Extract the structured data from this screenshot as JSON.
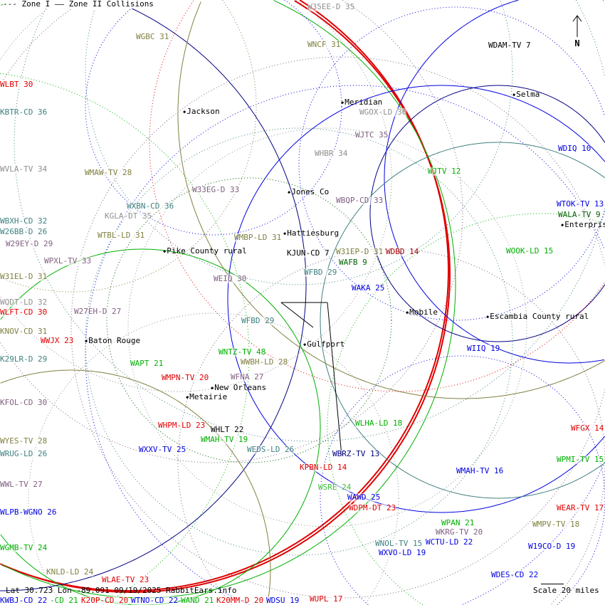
{
  "legend": {
    "zone1": "--- Zone I",
    "zone2": "—— Zone II Collisions"
  },
  "status": "Lat 30.723 Lon -89.091 09/19/2025 RabbitEars.info",
  "scale": "Scale 20 miles",
  "north": "N",
  "cities": [
    "Jackson",
    "Meridian",
    "Selma",
    "Jones Co",
    "Hattiesburg",
    "Pike County rural",
    "Mobile",
    "Escambia County rural",
    "Baton Rouge",
    "Gulfport",
    "New Orleans",
    "Metairie",
    "Enterprise"
  ],
  "stations": [
    "WGBC 31",
    "WNCF 31",
    "W35EE-D 35",
    "WDAM-TV 7",
    "WLBT 30",
    "KBTR-CD 36",
    "WVLA-TV 34",
    "WMAW-TV 28",
    "W33EG-D 33",
    "WXBN-CD 36",
    "KGLA-DT 35",
    "WBXH-CD 32",
    "W26BB-D 26",
    "W29EY-D 29",
    "WTBL-LD 31",
    "WPXL-TV 33",
    "W31EL-D 31",
    "WQDT-LD 32",
    "WLFT-CD 30",
    "KNOV-CD 31",
    "W27EH-D 27",
    "WWJX 23",
    "K29LR-D 29",
    "WAPT 21",
    "WMPN-TV 20",
    "WNTZ-TV 48",
    "WWBH-LD 28",
    "WFNA 27",
    "KFOL-CD 30",
    "WYES-TV 28",
    "WRUG-LD 26",
    "WHPM-LD 23",
    "WHLT 22",
    "WMAH-TV 19",
    "WXXV-TV 25",
    "WEDS-LD 26",
    "WWL-TV 27",
    "KPBN-LD 14",
    "WBRZ-TV 13",
    "WSRE 24",
    "WLPB-WGNO 26",
    "WGMB-TV 24",
    "KNLD-LD 24",
    "WLAE-TV 23",
    "WEIQ 30",
    "WMBP-LD 31",
    "WFBD 29",
    "KJUN-CD 7",
    "W31EP-D 31",
    "WDBD 14",
    "WAFB 9",
    "WFBD 29",
    "WAKA 25",
    "WBQP-CD 33",
    "WHBR 34",
    "WJTC 35",
    "WGOX-LD 36",
    "WJTV 12",
    "WDIQ 10",
    "WTOK-TV 13",
    "WALA-TV 9",
    "WOOK-LD 15",
    "WIIQ 19",
    "WLHA-LD 18",
    "WMAH-TV 16",
    "WFGX 14",
    "WPMI-TV 15",
    "WAWD 25",
    "WDPM-DT 23",
    "WEAR-TV 17",
    "WPAN 21",
    "WKRG-TV 20",
    "WMPV-TV 18",
    "WNOL-TV 15",
    "WCTU-LD 22",
    "WXVO-LD 19",
    "W19CO-D 19",
    "WDES-CD 22",
    "WUPL 17",
    "KWBJ-CD 22",
    "-CD 21",
    "K20P-CD 20",
    "WTNO-CD 22",
    "WAND 21",
    "K20MM-D 20",
    "WDSU 19"
  ],
  "colors": {
    "red": "#e00000",
    "darkred": "#a00000",
    "blue": "#0000e0",
    "navy": "#000080",
    "green": "#00b000",
    "darkgreen": "#006000",
    "olive": "#808040",
    "teal": "#408080",
    "purple": "#806080",
    "gray": "#909090",
    "black": "#000000",
    "lightgreen": "#40c040"
  }
}
